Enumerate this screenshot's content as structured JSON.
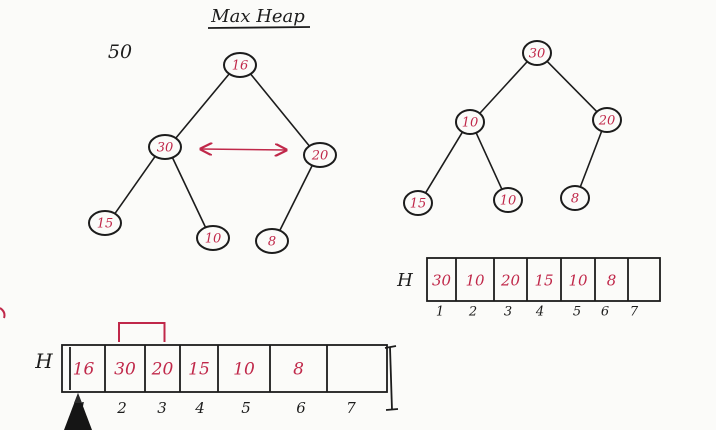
{
  "title": "Max Heap",
  "inserted_value": "50",
  "array_label": "H",
  "colors": {
    "ink": "#1c1c1c",
    "value": "#c0284a",
    "arrow": "#c0284a"
  },
  "left_tree": {
    "nodes": [
      "16",
      "30",
      "20",
      "15",
      "10",
      "8"
    ],
    "edges": [
      [
        0,
        1
      ],
      [
        0,
        2
      ],
      [
        1,
        3
      ],
      [
        1,
        4
      ],
      [
        2,
        5
      ]
    ],
    "swap_arrow_between": [
      1,
      2
    ]
  },
  "right_tree": {
    "nodes": [
      "30",
      "10",
      "20",
      "15",
      "10",
      "8"
    ],
    "edges": [
      [
        0,
        1
      ],
      [
        0,
        2
      ],
      [
        1,
        3
      ],
      [
        1,
        4
      ],
      [
        2,
        5
      ]
    ]
  },
  "left_array": {
    "values": [
      "16",
      "30",
      "20",
      "15",
      "10",
      "8",
      ""
    ],
    "indices": [
      "1",
      "2",
      "3",
      "4",
      "5",
      "6",
      "7"
    ],
    "bracket_over": [
      1,
      2
    ]
  },
  "right_array": {
    "values": [
      "30",
      "10",
      "20",
      "15",
      "10",
      "8",
      ""
    ],
    "indices": [
      "1",
      "2",
      "3",
      "4",
      "5",
      "6",
      "7"
    ]
  }
}
